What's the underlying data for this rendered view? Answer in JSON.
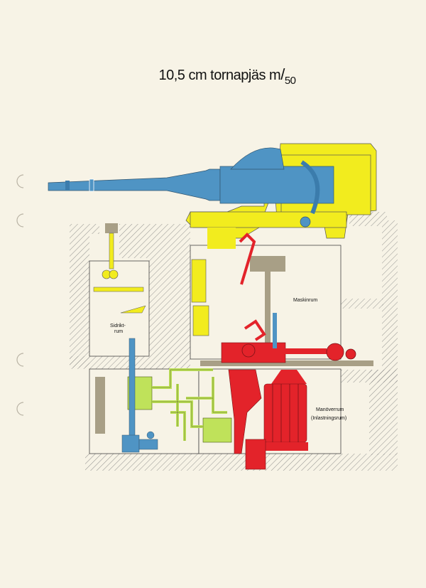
{
  "title": {
    "main": "10,5 cm  tornapjäs  m",
    "slash": "/",
    "model": "50"
  },
  "labels": {
    "maskinrum": "Maskinrum",
    "sidrikt_1": "Sidrikt-",
    "sidrikt_2": "rum",
    "manoverrum": "Manöverrum",
    "inlastningsrum": "(Inlastningsrum)"
  },
  "colors": {
    "paper": "#f7f3e6",
    "barrel_blue": "#4f94c4",
    "turret_yellow": "#f2ec1e",
    "machinery_red": "#e3232a",
    "hydraulic_green": "#bfe25a",
    "concrete_hatch": "#7a7a7a",
    "platform_tan": "#a89f86"
  }
}
